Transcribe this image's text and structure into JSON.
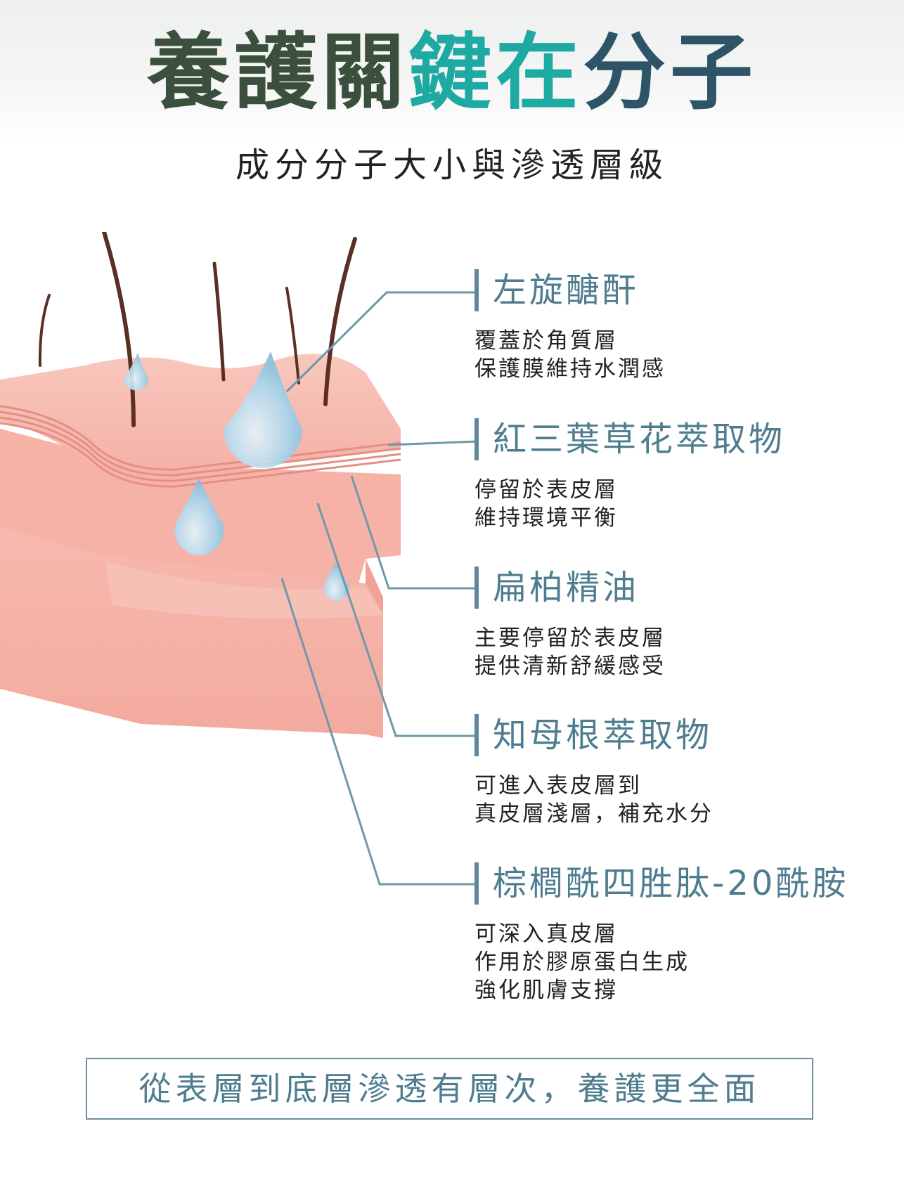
{
  "header": {
    "title_chars": [
      "養",
      "護",
      "關",
      "鍵",
      "在",
      "分",
      "子"
    ],
    "subtitle": "成分分子大小與滲透層級"
  },
  "ingredients": [
    {
      "name": "左旋醣酐",
      "description": "覆蓋於角質層\n保護膜維持水潤感"
    },
    {
      "name": "紅三葉草花萃取物",
      "description": "停留於表皮層\n維持環境平衡"
    },
    {
      "name": "扁柏精油",
      "description": "主要停留於表皮層\n提供清新舒緩感受"
    },
    {
      "name": "知母根萃取物",
      "description": "可進入表皮層到\n真皮層淺層，補充水分"
    },
    {
      "name": "棕櫚酰四胜肽-20酰胺",
      "description": "可深入真皮層\n作用於膠原蛋白生成\n強化肌膚支撐"
    }
  ],
  "footer": {
    "text": "從表層到底層滲透有層次，養護更全面"
  },
  "colors": {
    "title_dark_green": "#3a4f3c",
    "title_teal": "#1fa9a3",
    "title_slate": "#2d5467",
    "accent": "#4f7d90",
    "skin": "#f6b5ab",
    "hair": "#5a2f24",
    "droplet": "#9fd0ea"
  },
  "icons": [
    "skin-cross-section-icon",
    "water-droplet-icon",
    "hair-strand-icon"
  ]
}
